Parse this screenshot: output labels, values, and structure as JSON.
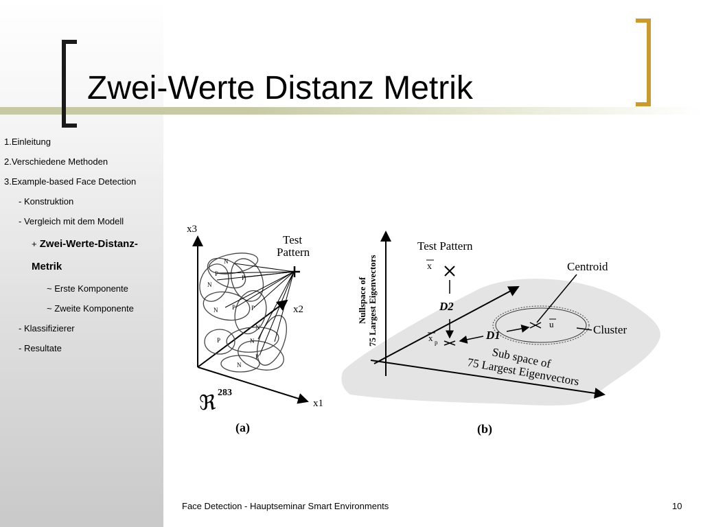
{
  "slide": {
    "title": "Zwei-Werte Distanz Metrik",
    "footer": "Face Detection - Hauptseminar Smart Environments",
    "page_number": "10"
  },
  "outline": {
    "items": [
      {
        "label": "1.Einleitung"
      },
      {
        "label": "2.Verschiedene Methoden"
      },
      {
        "label": "3.Example-based Face Detection"
      },
      {
        "label": "- Konstruktion"
      },
      {
        "label": "- Vergleich mit dem Modell"
      },
      {
        "bullet": "+",
        "label": "Zwei-Werte-Distanz-",
        "label2": "Metrik"
      },
      {
        "label": "~ Erste Komponente"
      },
      {
        "label": "~ Zweite Komponente"
      },
      {
        "label": "- Klassifizierer"
      },
      {
        "label": "- Resultate"
      }
    ]
  },
  "figure_a": {
    "axis_x1": "x1",
    "axis_x2": "x2",
    "axis_x3": "x3",
    "test_pattern_line1": "Test",
    "test_pattern_line2": "Pattern",
    "space_symbol": "ℜ",
    "space_exponent": "283",
    "caption": "(a)",
    "cluster_labels": [
      "N",
      "P",
      "P",
      "N",
      "N",
      "P",
      "P",
      "P",
      "N",
      "N",
      "P",
      "N"
    ]
  },
  "figure_b": {
    "axis_vertical_line1": "Nullspace of",
    "axis_vertical_line2": "75 Largest Eigenvectors",
    "test_pattern": "Test Pattern",
    "x_label": "x",
    "xp_label": "x",
    "xp_sub": "p",
    "mu_label": "u",
    "d1_label": "D1",
    "d2_label": "D2",
    "centroid": "Centroid",
    "cluster": "Cluster",
    "subspace_line1": "Sub space of",
    "subspace_line2": "75 Largest Eigenvectors",
    "caption": "(b)"
  },
  "colors": {
    "bracket_left": "#1a1a1a",
    "bracket_right": "#c99a2e",
    "title_bar": "#c6c9a4"
  }
}
